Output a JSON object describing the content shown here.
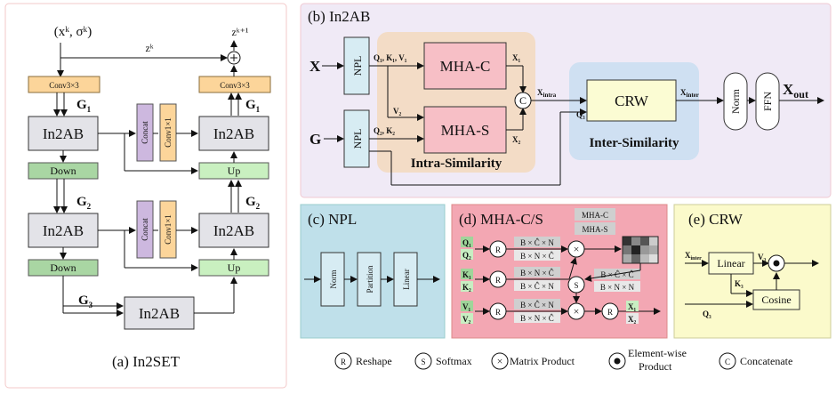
{
  "colors": {
    "conv": "#fcd59a",
    "in2ab": "#e3e3e8",
    "down": "#a9d6a3",
    "up": "#c9f0c0",
    "concat": "#cdb8df",
    "conv1": "#fcd59a",
    "in2ab_panel": "#f0eaf6",
    "intra_bg": "#f3dcc6",
    "inter_bg": "#cfe0f2",
    "mha": "#f7bfc6",
    "crw_box": "#fbfcd3",
    "npl_panel": "#bfe0ea",
    "npl_box": "#d7ecf3",
    "mhacs_panel": "#f3a7b3",
    "crw_panel": "#fbfacb",
    "grey_tag": "#cfcfcf",
    "accent_green_a": "#9fd59a",
    "accent_green_b": "#c8eec2"
  },
  "panel_a": {
    "input": "(xᵏ, σᵏ)",
    "output": "zᵏ⁺¹",
    "skip": "zᵏ",
    "conv3_label": "Conv3×3",
    "in2ab_label": "In2AB",
    "down_label": "Down",
    "up_label": "Up",
    "concat_label": "Concat",
    "conv1_label": "Conv1×1",
    "g1": "G",
    "g1_sub": "1",
    "g2": "G",
    "g2_sub": "2",
    "g3": "G",
    "g3_sub": "3",
    "caption": "(a) In2SET"
  },
  "panel_b": {
    "title": "(b) In2AB",
    "x_in": "X",
    "g_in": "G",
    "npl": "NPL",
    "qkv1": "Q₁, K₁, V₁",
    "v2": "V₂",
    "qk2": "Q₂, K₂",
    "mha_c": "MHA-C",
    "mha_s": "MHA-S",
    "x1": "X₁",
    "x2": "X₂",
    "concat_c": "C",
    "x_intra": "X",
    "x_intra_sub": "intra",
    "q3": "Q₃",
    "crw": "CRW",
    "x_inter": "X",
    "x_inter_sub": "inter",
    "norm": "Norm",
    "ffn": "FFN",
    "x_out": "X",
    "x_out_sub": "out",
    "intra_label": "Intra-Similarity",
    "inter_label": "Inter-Similarity"
  },
  "panel_c": {
    "title": "(c) NPL",
    "norm": "Norm",
    "partition": "Partition",
    "linear": "Linear"
  },
  "panel_d": {
    "title": "(d) MHA-C/S",
    "tag_c": "MHA-C",
    "tag_s": "MHA-S",
    "q1": "Q₁",
    "q2": "Q₂",
    "k1": "K₁",
    "k2": "K₂",
    "v1": "V₁",
    "v2": "V₂",
    "r": "R",
    "s": "S",
    "x": "×",
    "dim_a": "B × Ĉ × N",
    "dim_b": "B × N × Ĉ",
    "dim_cc": "B × Ĉ × Ĉ",
    "dim_nn": "B × N × N",
    "x1": "X₁",
    "x2": "X₂"
  },
  "panel_e": {
    "title": "(e) CRW",
    "x_inter": "X",
    "x_inter_sub": "inter",
    "linear": "Linear",
    "v3": "V₃",
    "k3": "K₃",
    "q3": "Q₃",
    "cosine": "Cosine"
  },
  "legend": {
    "r_sym": "R",
    "r_label": "Reshape",
    "s_sym": "S",
    "s_label": "Softmax",
    "x_sym": "×",
    "x_label": "Matrix Product",
    "dot_label_1": "Element-wise",
    "dot_label_2": "Product",
    "c_sym": "C",
    "c_label": "Concatenate"
  }
}
